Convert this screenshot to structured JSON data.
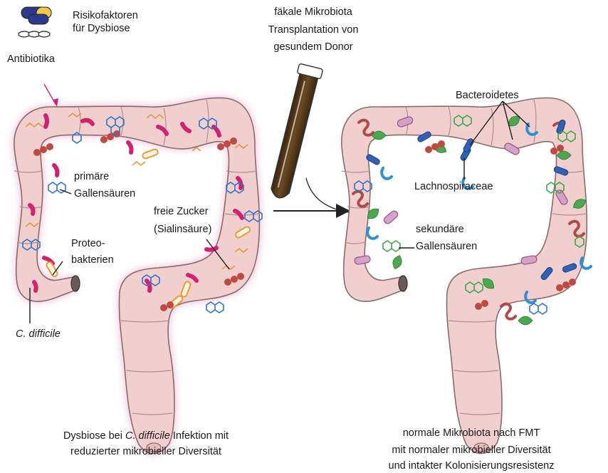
{
  "colors": {
    "colon_fill": "#f1cfcf",
    "colon_stroke": "#8a6b6b",
    "dysbiosis_glow": "#e59fc4",
    "c_difficile": "#d4206f",
    "proteobacteria": "#e89a3a",
    "bile_acid": "#2e74c8",
    "sugar": "#e09a3b",
    "red_cluster": "#bf4a41",
    "bacteroidetes": "#2f8fd0",
    "lachnospiraceae": "#2d62b8",
    "sec_bile_acid": "#3ba84a",
    "leaf": "#4aa84e",
    "curl": "#b04a47",
    "pill": "#d6a0c8",
    "fecal_tube": "#5a3d1c"
  },
  "icons": [
    "capsule-pill-icon",
    "tablet-icon",
    "test-tube-icon",
    "arrow-right-icon"
  ],
  "left": {
    "risk_line1": "Risikofaktoren",
    "risk_line2": "für Dysbiose",
    "antibiotics": "Antibiotika",
    "primary_bile_1": "primäre",
    "primary_bile_2": "Gallensäuren",
    "free_sugar_1": "freie Zucker",
    "free_sugar_2": "(Sialinsäure)",
    "proteo_1": "Proteo-",
    "proteo_2": "bakterien",
    "cdiff": "C. difficile",
    "caption1_a": "Dysbiose bei ",
    "caption1_b": "C. difficile",
    "caption1_c": " Infektion mit",
    "caption2": "reduzierter mikrobieller Diversität"
  },
  "middle": {
    "fmt_line1": "fäkale Mikrobiota",
    "fmt_line2": "Transplantation von",
    "fmt_line3": "gesundem Donor"
  },
  "right": {
    "bacteroidetes": "Bacteroidetes",
    "lachno": "Lachnospiraceae",
    "sec_bile_1": "sekundäre",
    "sec_bile_2": "Gallensäuren",
    "caption1": "normale Mikrobiota nach FMT",
    "caption2": "mit normaler mikrobieller Diversität",
    "caption3": "und intakter Kolonisierungsresistenz"
  }
}
